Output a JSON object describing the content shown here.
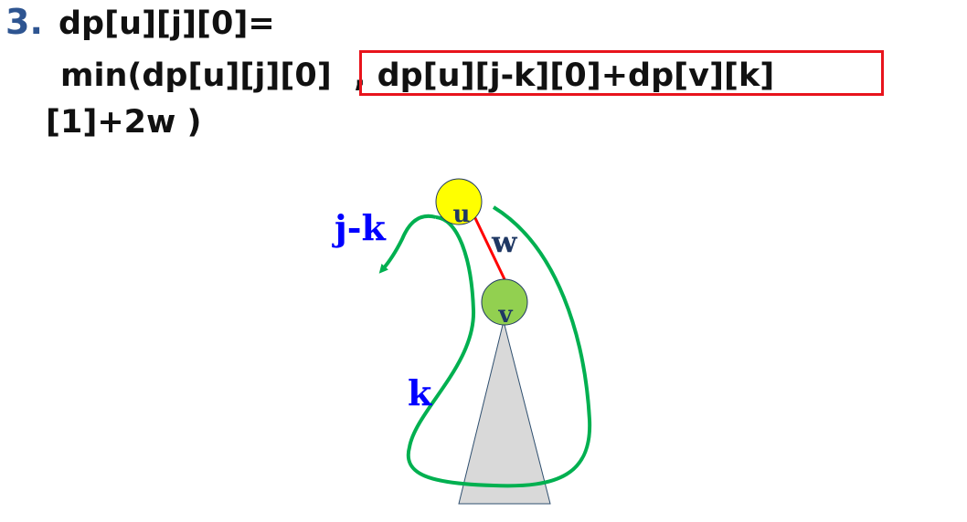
{
  "formula": {
    "step_number": "3.",
    "line1": "dp[u][j][0]=",
    "line2": "min(dp[u][j][0]  , dp[u][j-k][0]+dp[v][k]",
    "line3": "[1]+2w )"
  },
  "diagram": {
    "node_u_label": "u",
    "node_v_label": "v",
    "edge_label": "w",
    "path_jk_label": "j-k",
    "path_k_label": "k",
    "colors": {
      "node_u": "#ffff00",
      "node_v": "#92d050",
      "edge": "#ff0000",
      "path": "#00b050",
      "labels_blue": "#0000ff",
      "labels_dark": "#1f3864",
      "highlight_box": "#e8141c",
      "subtree": "#d9d9d9"
    }
  }
}
